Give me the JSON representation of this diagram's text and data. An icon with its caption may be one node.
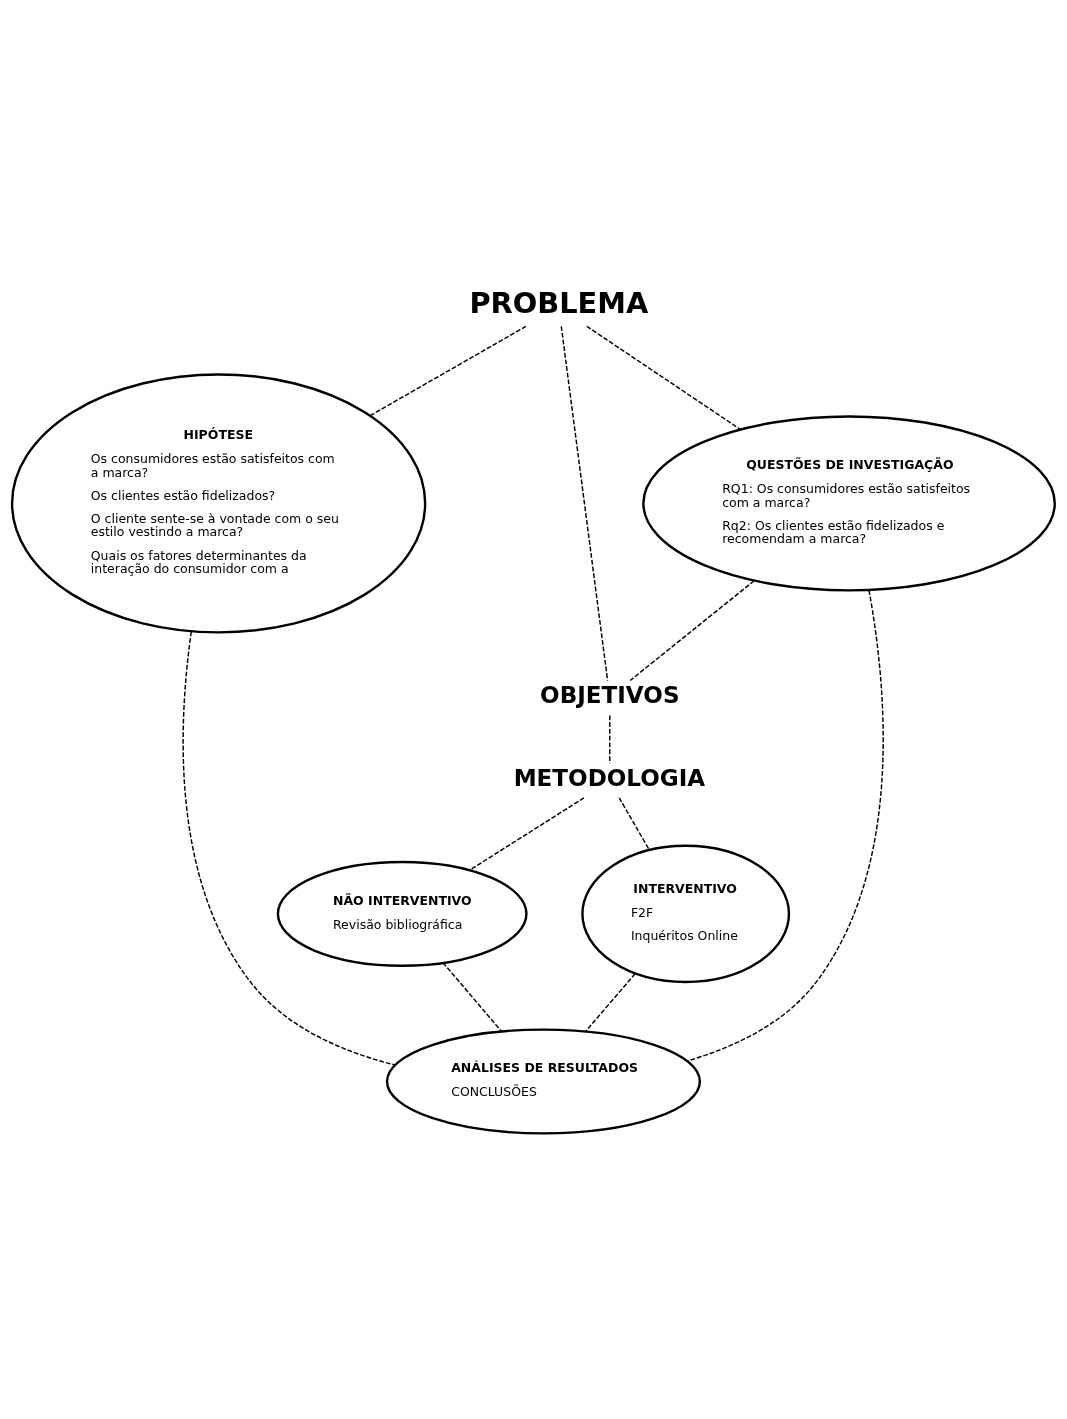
{
  "diagram": {
    "nodes": [
      {
        "text": [
          "PROBLEMA"
        ]
      },
      {
        "text": [
          "HIPÓTESE",
          "Os consumidores estão satisfeitos com a marca?",
          "Os clientes estão fidelizados?",
          "O cliente sente-se à vontade com o seu estilo vestindo a marca?",
          "Quais os fatores determinantes da interação do consumidor com a"
        ]
      },
      {
        "text": [
          "QUESTÕES DE INVESTIGAÇÃO",
          "RQ1: Os consumidores estão satisfeitos com a marca?",
          "Rq2: Os clientes estão fidelizados e recomendam a marca?"
        ]
      },
      {
        "text": [
          "OBJETIVOS"
        ]
      },
      {
        "text": [
          "METODOLOGIA"
        ]
      },
      {
        "text": [
          "NÃO INTERVENTIVO",
          "Revisão bibliográfica"
        ]
      },
      {
        "text": [
          "INTERVENTIVO",
          "F2F",
          "Inquéritos Online"
        ]
      },
      {
        "text": [
          "ANÁLISES DE RESULTADOS",
          "CONCLUSÕES"
        ]
      }
    ],
    "edges": [
      {
        "from": 0,
        "to": 1,
        "arrow": "none",
        "style": "dashed"
      },
      {
        "from": 0,
        "to": 2,
        "arrow": "none",
        "style": "dashed"
      },
      {
        "from": 0,
        "to": 3,
        "arrow": "none",
        "style": "dashed"
      },
      {
        "from": 2,
        "to": 3,
        "arrow": "none",
        "style": "dashed"
      },
      {
        "from": 3,
        "to": 4,
        "arrow": "none",
        "style": "dashed"
      },
      {
        "from": 4,
        "to": 5,
        "arrow": "none",
        "style": "dashed"
      },
      {
        "from": 4,
        "to": 6,
        "arrow": "none",
        "style": "dashed"
      },
      {
        "from": 5,
        "to": 7,
        "arrow": "none",
        "style": "dashed"
      },
      {
        "from": 6,
        "to": 7,
        "arrow": "none",
        "style": "dashed"
      },
      {
        "from": 1,
        "to": 7,
        "arrow": "none",
        "style": "dashed"
      },
      {
        "from": 2,
        "to": 7,
        "arrow": "none",
        "style": "dashed"
      }
    ]
  }
}
